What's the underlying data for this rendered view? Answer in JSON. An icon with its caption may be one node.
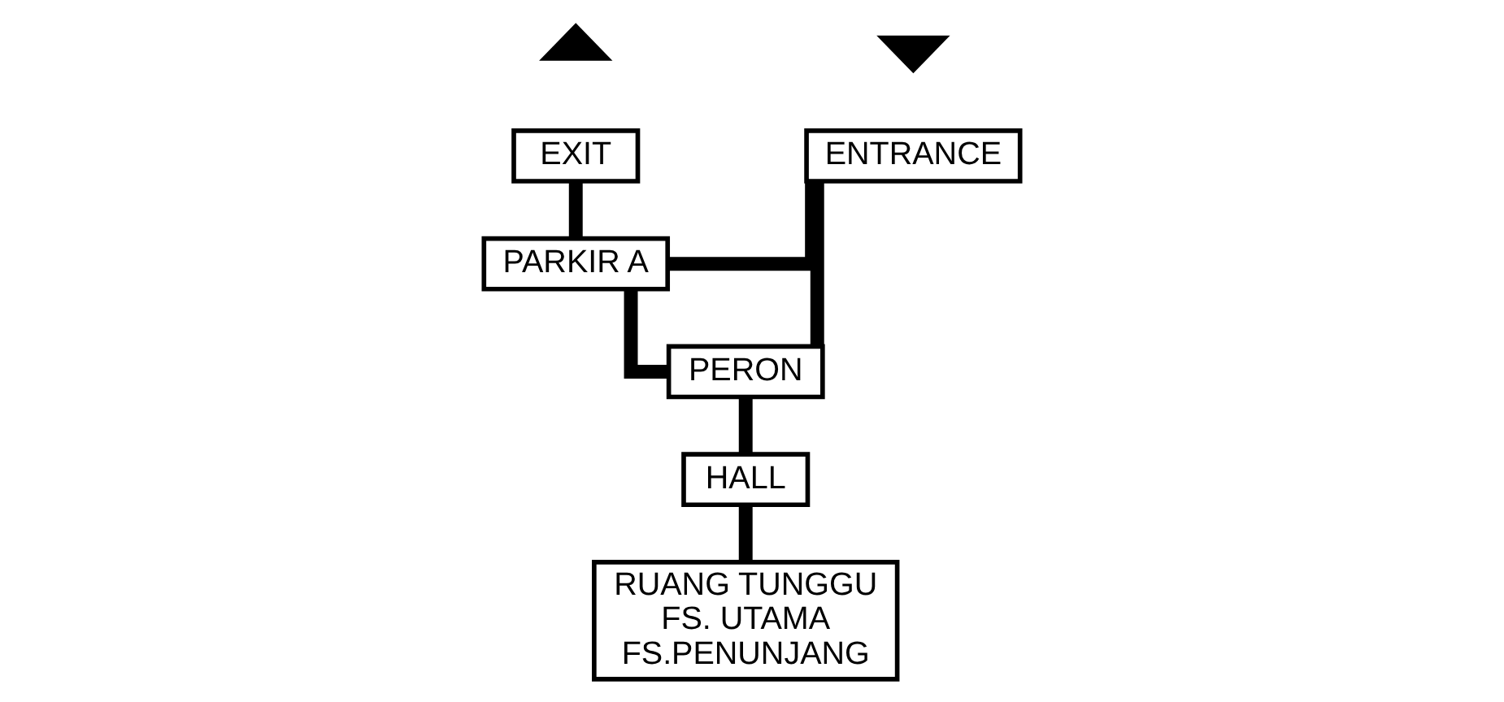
{
  "diagram": {
    "nodes": [
      {
        "text": [],
        "shape": "triangle"
      },
      {
        "text": [],
        "shape": "triangle"
      },
      {
        "text": [
          "EXIT"
        ]
      },
      {
        "text": [
          "ENTRANCE"
        ]
      },
      {
        "text": [
          "PARKIR A"
        ]
      },
      {
        "text": [
          "PERON"
        ]
      },
      {
        "text": [
          "HALL"
        ]
      },
      {
        "text": [
          "RUANG TUNGGU",
          "FS. UTAMA",
          "FS.PENUNJANG"
        ]
      }
    ],
    "edges": [
      {
        "from": 3,
        "to": 4,
        "arrow": "none"
      },
      {
        "from": 4,
        "to": 2,
        "arrow": "none"
      },
      {
        "from": 4,
        "to": 5,
        "arrow": "none"
      },
      {
        "from": 3,
        "to": 5,
        "arrow": "none"
      },
      {
        "from": 5,
        "to": 6,
        "arrow": "none"
      },
      {
        "from": 6,
        "to": 7,
        "arrow": "none"
      }
    ]
  }
}
